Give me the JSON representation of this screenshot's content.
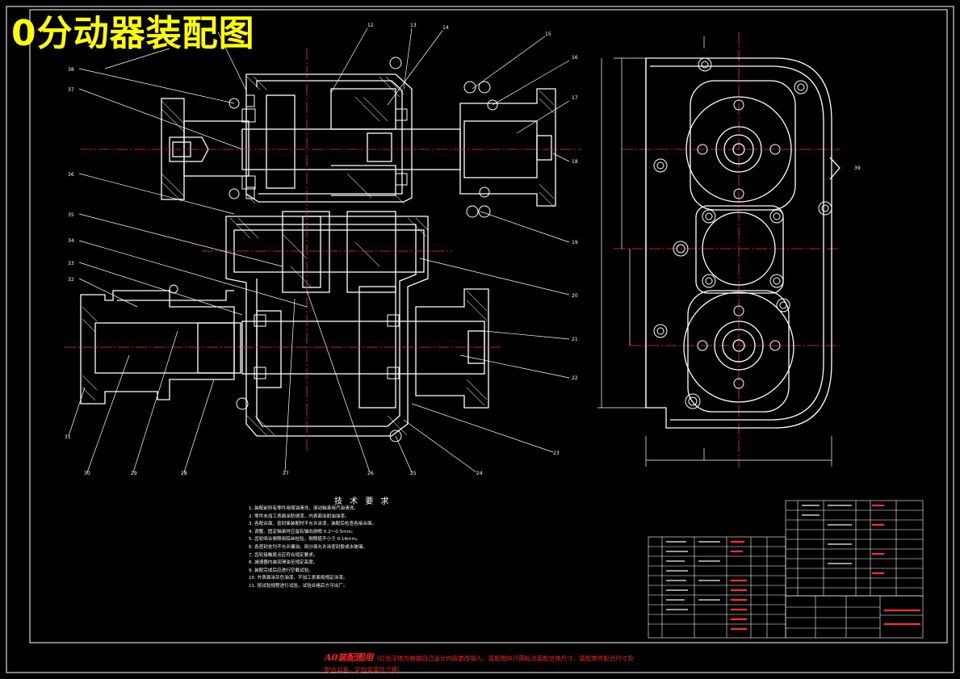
{
  "drawing": {
    "title": "0分动器装配图",
    "tech_requirements": {
      "heading": "技 术 要 求",
      "items": [
        "1. 装配前所有零件用煤油清洗，滚动轴承用汽油清洗。",
        "2. 零件未加工表面涂防锈漆，内表面涂耐油油漆。",
        "3. 各配合面、密封面装配时不允许涂漆，装配后检查各接合面。",
        "4. 调整、固定轴承时应留有轴向游隙 0.2～0.5mm。",
        "5. 齿轮啮合侧隙用铅丝检验，侧隙值不小于 0.16mm。",
        "6. 各密封处均不允许漏油，剖分面允许涂密封胶或水玻璃。",
        "7. 齿轮接触斑点应符合规定要求。",
        "8. 减速器内装润滑油至规定高度。",
        "9. 装配完成后应进行空载试验。",
        "10. 外表面涂灰色油漆，不加工表面按规定涂漆。",
        "11. 按试验规程进行试验，试验合格后方可出厂。"
      ]
    },
    "bottom_note": {
      "lead": "A0装配图用",
      "text": "（红色字体为根据自己设计内容更改填入，装配图中只需标注装配总体尺寸、装配零件配合尺寸及配合公差，定位安装尺寸等）"
    },
    "part_labels": [
      "12",
      "13",
      "14",
      "15",
      "16",
      "17",
      "18",
      "19",
      "20",
      "21",
      "22",
      "23",
      "24",
      "25",
      "26",
      "27",
      "28",
      "29",
      "30",
      "31",
      "32",
      "33",
      "34",
      "35",
      "36",
      "37",
      "38",
      "39"
    ],
    "colors": {
      "background": "#000000",
      "frame": "#ffffff",
      "title": "#ffff00",
      "note": "#ff2020",
      "centerline": "#ff3030"
    }
  }
}
